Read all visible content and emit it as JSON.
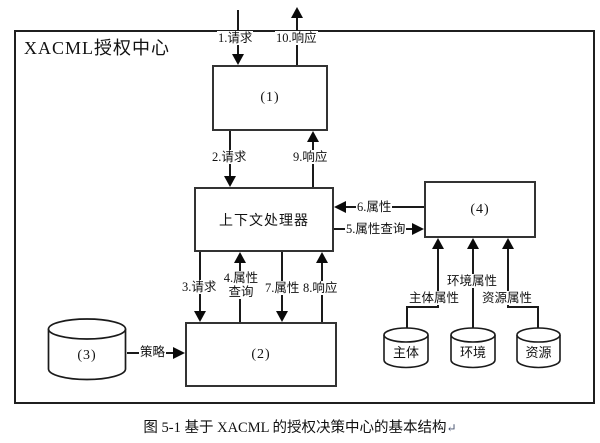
{
  "diagram": {
    "title": "XACML授权中心",
    "boxes": {
      "box1": {
        "label": "(1)"
      },
      "context_handler": {
        "label": "上下文处理器"
      },
      "box2": {
        "label": "(2)"
      },
      "box4": {
        "label": "(4)"
      }
    },
    "stores": {
      "policy": {
        "label": "(3)"
      },
      "subject": {
        "label": "主体"
      },
      "environment": {
        "label": "环境"
      },
      "resource": {
        "label": "资源"
      }
    },
    "flows": {
      "f1": "1.请求",
      "f2": "2.请求",
      "f3": "3.请求",
      "f4": "4.属性\n查询",
      "f5": "5.属性查询",
      "f6": "6.属性",
      "f7": "7.属性",
      "f8": "8.响应",
      "f9": "9.响应",
      "f10": "10.响应",
      "policy": "策略",
      "subject_attr": "主体属性",
      "environment_attr": "环境属性",
      "resource_attr": "资源属性"
    }
  },
  "caption": {
    "text": "图 5-1 基于 XACML 的授权决策中心的基本结构",
    "mark": "↵"
  },
  "colors": {
    "line": "#1a1a1a",
    "background": "#ffffff"
  }
}
